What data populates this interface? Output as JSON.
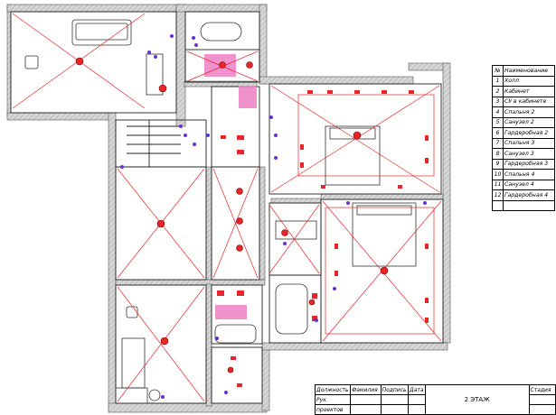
{
  "legend": {
    "header_no": "№",
    "header_name": "Наименование",
    "rows": [
      {
        "n": "1",
        "name": "Холл"
      },
      {
        "n": "2",
        "name": "Кабинет"
      },
      {
        "n": "3",
        "name": "СУ в кабинете"
      },
      {
        "n": "4",
        "name": "Спальня 2"
      },
      {
        "n": "5",
        "name": "Санузел 2"
      },
      {
        "n": "6",
        "name": "Гардеробная 2"
      },
      {
        "n": "7",
        "name": "Спальня 3"
      },
      {
        "n": "8",
        "name": "Санузел 3"
      },
      {
        "n": "9",
        "name": "Гардеробная 3"
      },
      {
        "n": "10",
        "name": "Спальня 4"
      },
      {
        "n": "11",
        "name": "Санузел 4"
      },
      {
        "n": "12",
        "name": "Гардеробная 4"
      }
    ]
  },
  "stamp": {
    "col_role": "Должность",
    "col_surname": "Фамилия",
    "col_signature": "Подпись",
    "col_date": "Дата",
    "row1": "Рук.",
    "row2": "проектов",
    "title": "2 ЭТАЖ",
    "stage": "Стадия"
  },
  "colors": {
    "wall": "#c9c9c9",
    "red": "#e8252b",
    "magenta": "#ee86c8",
    "violet": "#6a2fd0"
  }
}
